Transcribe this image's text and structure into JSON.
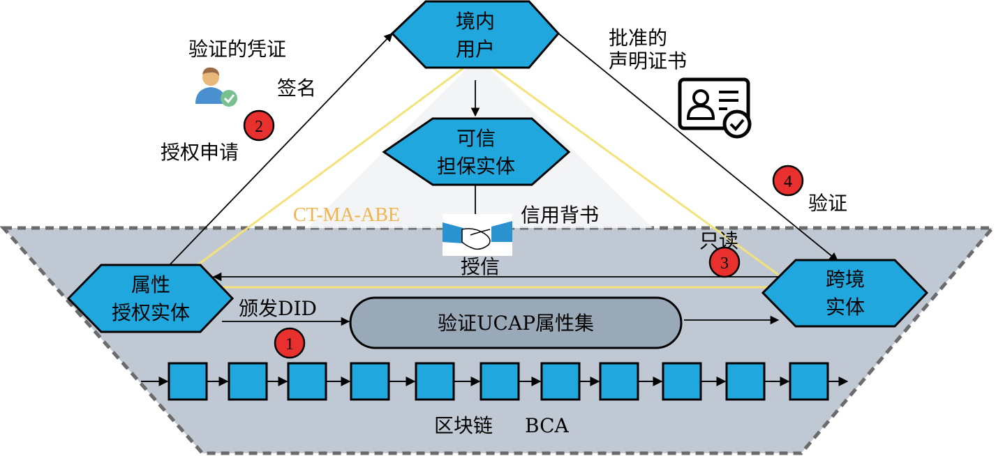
{
  "colors": {
    "hex_fill": "#20a7de",
    "chain_zone_fill": "#c0c9d3",
    "chain_zone_border": "#6b6b6b",
    "trust_triangle_fill": "#f2f3f5",
    "trust_triangle_stroke": "#f3e27a",
    "ellipse_fill": "#99a9b8",
    "badge_fill": "#e8302e",
    "ct_label": "#f2b34b"
  },
  "nodes": {
    "domestic_user": {
      "line1": "境内",
      "line2": "用户"
    },
    "trusted_guarantor": {
      "line1": "可信",
      "line2": "担保实体"
    },
    "attribute_authority": {
      "line1": "属性",
      "line2": "授权实体"
    },
    "cross_border_entity": {
      "line1": "跨境",
      "line2": "实体"
    },
    "ucap_set": {
      "label": "验证UCAP属性集"
    }
  },
  "labels": {
    "verified_credential": "验证的凭证",
    "signature": "签名",
    "auth_request": "授权申请",
    "approved_cert_line1": "批准的",
    "approved_cert_line2": "声明证书",
    "verify": "验证",
    "credit_endorsement": "信用背书",
    "grant_credit": "授信",
    "read_only": "只读",
    "issue_did": "颁发DID",
    "scheme": "CT-MA-ABE",
    "blockchain": "区块链",
    "bca": "BCA"
  },
  "badges": [
    {
      "id": "1",
      "text": "1"
    },
    {
      "id": "2",
      "text": "2"
    },
    {
      "id": "3",
      "text": "3"
    },
    {
      "id": "4",
      "text": "4"
    }
  ],
  "icons": {
    "user_verified": "user-check-icon",
    "certificate": "id-card-check-icon",
    "handshake": "handshake-icon"
  },
  "blockchain": {
    "block_count": 11
  }
}
